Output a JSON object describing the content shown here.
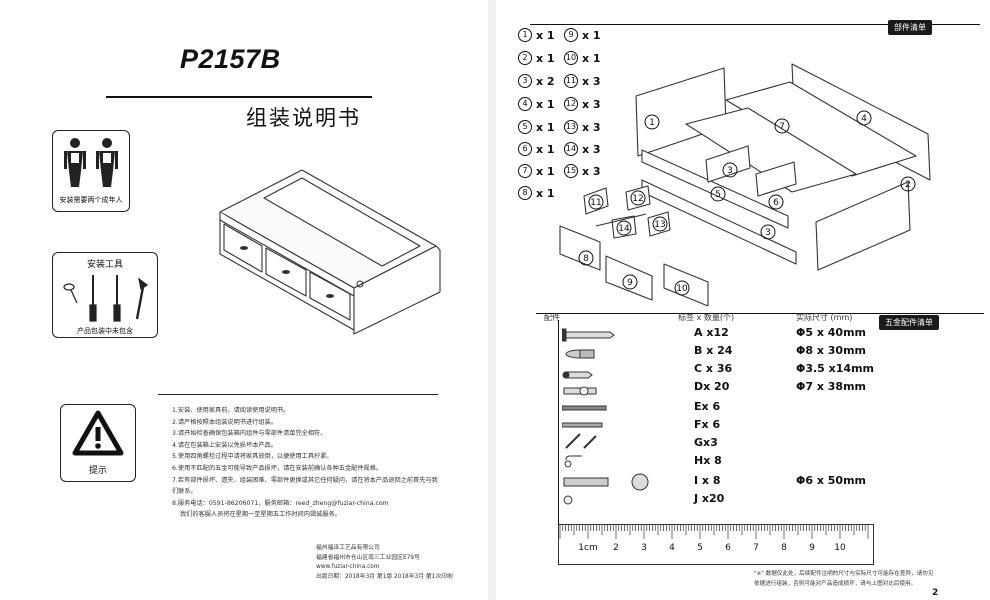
{
  "left_page": {
    "model": "P2157B",
    "title": "组装说明书",
    "adult_caption": "安装需要两个成年人",
    "tools_title": "安装工具",
    "tools_caption": "产品包装中未包含",
    "warning_caption": "提示",
    "notes": [
      "1.安装、使用家具前，请阅读使用说明书。",
      "2.请严格按照本组装说明书进行组装。",
      "3.请开始检查确保包装箱内组件与零部件清单完全相符。",
      "4.请在包装箱上安装以免损坏本产品。",
      "5.使用四角螺栓过程中请将家具放倒，以便使用工具拧紧。",
      "6.使用不匹配的五金可能导致产品损坏，请在安装前确认各种五金配件规格。",
      "7.若有部件损坏、遗失、组装困难、零部件更换或其它任何疑问，请在将本产品退回之前首先与我们联系。",
      "8.服务电话：0591-86206071，服务邮箱：reed_zheng@fuziar-china.com",
      "我们的客服人员将在星期一至星期五工作时间内竭诚服务。"
    ],
    "footer": [
      "福州福泽工艺品有限公司",
      "福建省福州市仓山区南三工业园区E79号",
      "www.fuziar-china.com",
      "出版日期：2018年3月  第1版  2018年3月  第1次印刷"
    ]
  },
  "right_page": {
    "parts_tag": "部件清单",
    "part_counts": [
      {
        "id": "1",
        "qty": "x 1"
      },
      {
        "id": "2",
        "qty": "x 1"
      },
      {
        "id": "3",
        "qty": "x 2"
      },
      {
        "id": "4",
        "qty": "x 1"
      },
      {
        "id": "5",
        "qty": "x 1"
      },
      {
        "id": "6",
        "qty": "x 1"
      },
      {
        "id": "7",
        "qty": "x 1"
      },
      {
        "id": "8",
        "qty": "x 1"
      },
      {
        "id": "9",
        "qty": "x 1"
      },
      {
        "id": "10",
        "qty": "x 1"
      },
      {
        "id": "11",
        "qty": "x 3"
      },
      {
        "id": "12",
        "qty": "x 3"
      },
      {
        "id": "13",
        "qty": "x 3"
      },
      {
        "id": "14",
        "qty": "x 3"
      },
      {
        "id": "15",
        "qty": "x 3"
      }
    ],
    "hardware_tag": "五金配件清单",
    "hardware_headers": {
      "part": "配件",
      "label_qty": "标签 x 数量(个)",
      "size": "实际尺寸 (mm)"
    },
    "hardware": [
      {
        "label": "A x12",
        "size": "Φ5 x 40mm"
      },
      {
        "label": "B x 24",
        "size": "Φ8 x 30mm"
      },
      {
        "label": "C x 36",
        "size": "Φ3.5 x14mm"
      },
      {
        "label": "Dx 20",
        "size": "Φ7 x 38mm"
      },
      {
        "label": "Ex 6",
        "size": ""
      },
      {
        "label": "Fx 6",
        "size": ""
      },
      {
        "label": "Gx3",
        "size": ""
      },
      {
        "label": "Hx 8",
        "size": ""
      },
      {
        "label": "I x 8",
        "size": "Φ6 x 50mm"
      },
      {
        "label": "J x20",
        "size": ""
      }
    ],
    "ruler_first": "1cm",
    "ruler_labels": [
      "2",
      "3",
      "4",
      "5",
      "6",
      "7",
      "8",
      "9",
      "10"
    ],
    "fine_print": [
      "\"※\" 数据仅此处，后续配件注明的尺寸与实际尺寸可能存在差异，请勿见",
      "依据进行组装，否则可能对产品造成损坏，请与上图对比后使用。"
    ],
    "page_number": "2"
  }
}
